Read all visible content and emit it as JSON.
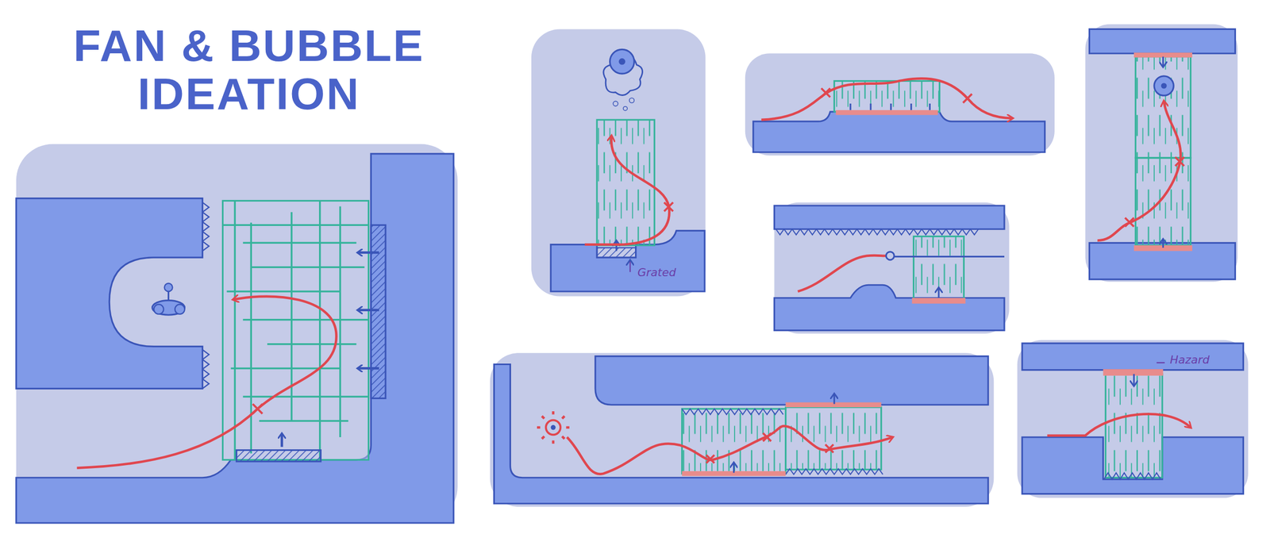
{
  "diagram": {
    "title": "FAN & BUBBLE IDEATION",
    "labels": [
      "Grated",
      "Hazard"
    ]
  }
}
